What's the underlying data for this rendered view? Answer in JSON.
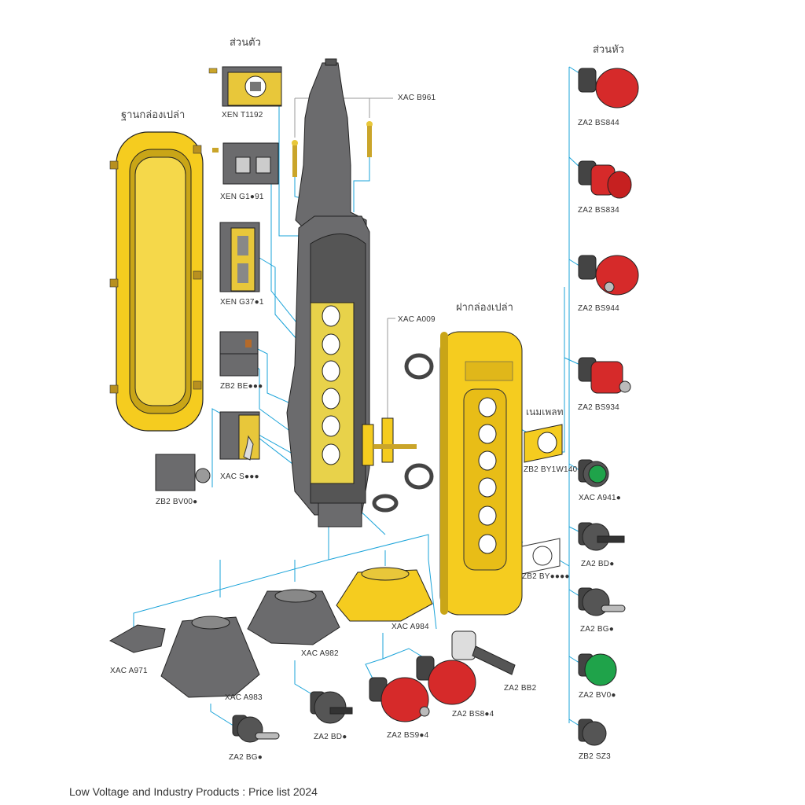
{
  "headers": {
    "body_parts": "ส่วนตัว",
    "head_parts": "ส่วนหัว",
    "empty_base": "ฐานกล่องเปล่า",
    "empty_cover": "ฝากล่องเปล่า",
    "nameplate": "เนมเพลท"
  },
  "parts": {
    "xen_t1192": "XEN T1192",
    "xac_b961": "XAC B961",
    "xen_g1_91": "XEN G1●91",
    "xen_g37_1": "XEN G37●1",
    "zb2_be": "ZB2 BE●●●",
    "xac_s": "XAC S●●●",
    "zb2_bv00": "ZB2 BV00●",
    "xac_a009": "XAC A009",
    "za2_bs844": "ZA2 BS844",
    "za2_bs834": "ZA2 BS834",
    "za2_bs944": "ZA2 BS944",
    "za2_bs934": "ZA2 BS934",
    "zb2_by1w140": "ZB2 BY1W140",
    "xac_a941": "XAC A941●",
    "za2_bd_right": "ZA2 BD●",
    "zb2_by": "ZB2 BY●●●●",
    "za2_bg_right": "ZA2 BG●",
    "za2_bv0": "ZA2 BV0●",
    "zb2_sz3": "ZB2 SZ3",
    "xac_a984": "XAC A984",
    "xac_a982": "XAC A982",
    "xac_a971": "XAC A971",
    "za2_bb2": "ZA2 BB2",
    "xac_a983": "XAC A983",
    "za2_bs8_4": "ZA2 BS8●4",
    "za2_bd_bottom": "ZA2 BD●",
    "za2_bs9_4": "ZA2 BS9●4",
    "za2_bg_bottom": "ZA2 BG●"
  },
  "footer": "Low Voltage and Industry Products : Price list 2024",
  "colors": {
    "yellow": "#f5cc1f",
    "grey": "#6b6b6d",
    "red": "#d62a2a",
    "green": "#1fa34a",
    "leader": "#1aa3d9"
  }
}
